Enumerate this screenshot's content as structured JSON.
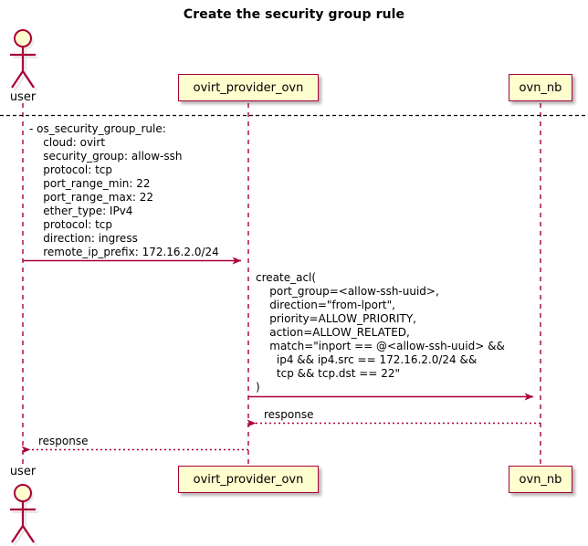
{
  "diagram": {
    "kind": "uml-sequence-diagram",
    "title": "Create the security group rule",
    "colors": {
      "stroke": "#A80036",
      "box_fill": "#FEFECE",
      "separator": "#000000",
      "background": "#FFFFFF",
      "actor_head_fill": "#FEFECE"
    },
    "participants": [
      {
        "id": "user",
        "label": "user",
        "type": "actor",
        "label_top": "user",
        "label_bottom": "user"
      },
      {
        "id": "ovirt_provider_ovn",
        "label": "ovirt_provider_ovn",
        "type": "participant"
      },
      {
        "id": "ovn_nb",
        "label": "ovn_nb",
        "type": "participant"
      }
    ],
    "messages": [
      {
        "index": 1,
        "from": "user",
        "to": "ovirt_provider_ovn",
        "style": "solid",
        "direction": "right",
        "text": "- os_security_group_rule:\n    cloud: ovirt\n    security_group: allow-ssh\n    protocol: tcp\n    port_range_min: 22\n    port_range_max: 22\n    ether_type: IPv4\n    protocol: tcp\n    direction: ingress\n    remote_ip_prefix: 172.16.2.0/24",
        "lines": [
          "- os_security_group_rule:",
          "    cloud: ovirt",
          "    security_group: allow-ssh",
          "    protocol: tcp",
          "    port_range_min: 22",
          "    port_range_max: 22",
          "    ether_type: IPv4",
          "    protocol: tcp",
          "    direction: ingress",
          "    remote_ip_prefix: 172.16.2.0/24"
        ]
      },
      {
        "index": 2,
        "from": "ovirt_provider_ovn",
        "to": "ovn_nb",
        "style": "solid",
        "direction": "right",
        "text": "create_acl(\n    port_group=<allow-ssh-uuid>,\n    direction=\"from-lport\",\n    priority=ALLOW_PRIORITY,\n    action=ALLOW_RELATED,\n    match=\"inport == @<allow-ssh-uuid> &&\n      ip4 && ip4.src == 172.16.2.0/24 &&\n      tcp && tcp.dst == 22\"\n)",
        "lines": [
          "create_acl(",
          "    port_group=<allow-ssh-uuid>,",
          "    direction=\"from-lport\",",
          "    priority=ALLOW_PRIORITY,",
          "    action=ALLOW_RELATED,",
          "    match=\"inport == @<allow-ssh-uuid> &&",
          "      ip4 && ip4.src == 172.16.2.0/24 &&",
          "      tcp && tcp.dst == 22\"",
          ")"
        ]
      },
      {
        "index": 3,
        "from": "ovn_nb",
        "to": "ovirt_provider_ovn",
        "style": "dotted",
        "direction": "left",
        "text": "response",
        "lines": [
          "response"
        ]
      },
      {
        "index": 4,
        "from": "ovirt_provider_ovn",
        "to": "user",
        "style": "dotted",
        "direction": "left",
        "text": "response",
        "lines": [
          "response"
        ]
      }
    ]
  }
}
